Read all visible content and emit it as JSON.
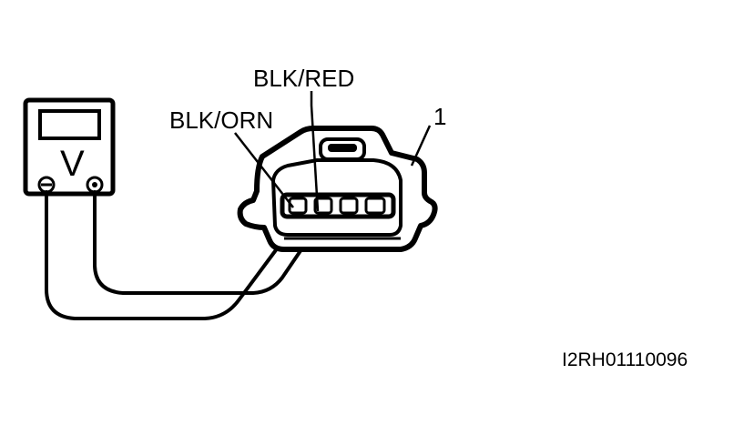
{
  "labels": {
    "wire_red": "BLK/RED",
    "wire_orn": "BLK/ORN",
    "callout": "1",
    "figure_code": "I2RH01110096"
  },
  "meter": {
    "symbol": "V"
  },
  "colors": {
    "ink": "#000000",
    "background": "#ffffff"
  }
}
